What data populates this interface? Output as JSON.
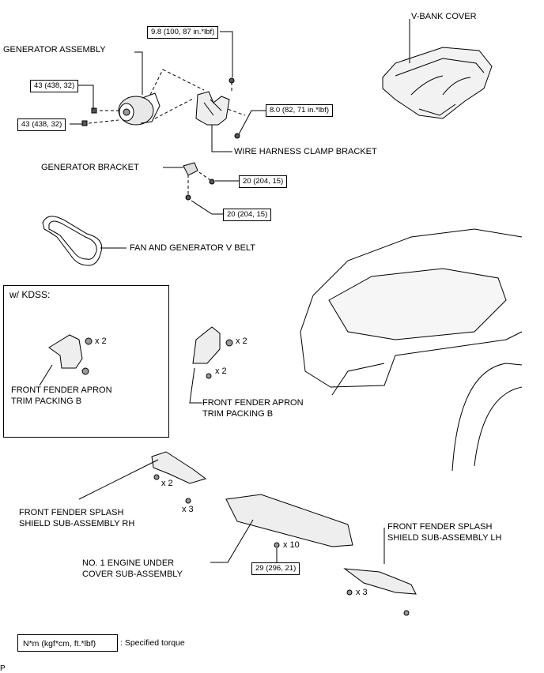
{
  "labels": {
    "v_bank_cover": "V-BANK COVER",
    "generator_assembly": "GENERATOR ASSEMBLY",
    "wire_harness_clamp_bracket": "WIRE HARNESS CLAMP BRACKET",
    "generator_bracket": "GENERATOR BRACKET",
    "fan_generator_v_belt": "FAN AND GENERATOR V BELT",
    "kdss_title": "w/ KDSS:",
    "apron_packing_kdss_1": "FRONT FENDER APRON",
    "apron_packing_kdss_2": "TRIM PACKING B",
    "apron_packing_1": "FRONT FENDER APRON",
    "apron_packing_2": "TRIM PACKING B",
    "splash_rh_1": "FRONT FENDER SPLASH",
    "splash_rh_2": "SHIELD SUB-ASSEMBLY RH",
    "splash_lh_1": "FRONT FENDER SPLASH",
    "splash_lh_2": "SHIELD SUB-ASSEMBLY LH",
    "engine_under_cover_1": "NO. 1 ENGINE UNDER",
    "engine_under_cover_2": "COVER SUB-ASSEMBLY",
    "page_marker": "P"
  },
  "torques": {
    "t_top": "9.8 (100, 87 in.*lbf)",
    "t_43a": "43 (438, 32)",
    "t_43b": "43 (438, 32)",
    "t_8": "8.0 (82, 71 in.*lbf)",
    "t_20a": "20 (204, 15)",
    "t_20b": "20 (204, 15)",
    "t_29": "29 (296, 21)"
  },
  "counts": {
    "kdss_x2a": "x 2",
    "apron_x2a": "x 2",
    "apron_x2b": "x 2",
    "rh_x2": "x 2",
    "rh_x3": "x 3",
    "under_x10": "x 10",
    "lh_x3": "x 3"
  },
  "legend": {
    "unit": "N*m (kgf*cm, ft.*lbf)",
    "description": ": Specified torque"
  }
}
